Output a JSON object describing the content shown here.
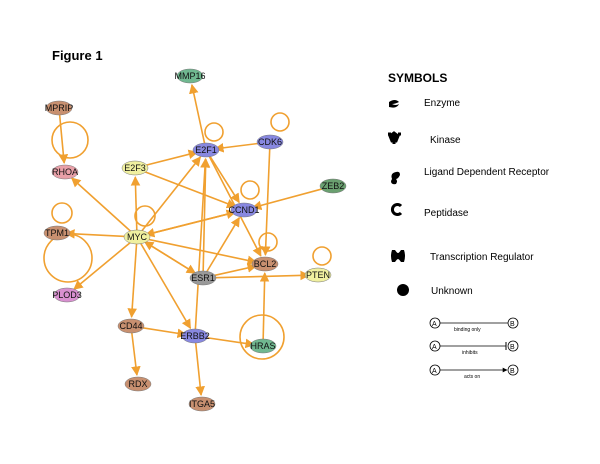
{
  "figure_title": "Figure 1",
  "colors": {
    "edge": "#f0a030",
    "enzyme": "#f0f0a0",
    "kinase": "#8888e0",
    "ldr": "#6aa070",
    "peptidase": "#70b890",
    "transcription": "#e890e0",
    "unknown": "#c89070",
    "grey": "#999999"
  },
  "nodes": [
    {
      "id": "MMP16",
      "label": "MMP16",
      "type": "peptidase"
    },
    {
      "id": "MPRIP",
      "label": "MPRIP",
      "type": "unknown"
    },
    {
      "id": "RHOA",
      "label": "RHOA",
      "type": "enzyme"
    },
    {
      "id": "E2F3",
      "label": "E2F3",
      "type": "transcription"
    },
    {
      "id": "E2F1",
      "label": "E2F1",
      "type": "transcription"
    },
    {
      "id": "CDK6",
      "label": "CDK6",
      "type": "kinase"
    },
    {
      "id": "ZEB2",
      "label": "ZEB2",
      "type": "transcription"
    },
    {
      "id": "CCND1",
      "label": "CCND1",
      "type": "transcription"
    },
    {
      "id": "TPM1",
      "label": "TPM1",
      "type": "unknown"
    },
    {
      "id": "MYC",
      "label": "MYC",
      "type": "transcription"
    },
    {
      "id": "ESR1",
      "label": "ESR1",
      "type": "ligand-dependent-receptor"
    },
    {
      "id": "BCL2",
      "label": "BCL2",
      "type": "unknown"
    },
    {
      "id": "PTEN",
      "label": "PTEN",
      "type": "enzyme"
    },
    {
      "id": "PLOD3",
      "label": "PLOD3",
      "type": "enzyme"
    },
    {
      "id": "CD44",
      "label": "CD44",
      "type": "unknown"
    },
    {
      "id": "ERBB2",
      "label": "ERBB2",
      "type": "kinase"
    },
    {
      "id": "HRAS",
      "label": "HRAS",
      "type": "enzyme"
    },
    {
      "id": "RDX",
      "label": "RDX",
      "type": "unknown"
    },
    {
      "id": "ITGA5",
      "label": "ITGA5",
      "type": "unknown"
    }
  ],
  "edges": [
    {
      "from": "MPRIP",
      "to": "RHOA"
    },
    {
      "from": "E2F1",
      "to": "MMP16"
    },
    {
      "from": "MYC",
      "to": "RHOA"
    },
    {
      "from": "MYC",
      "to": "E2F3"
    },
    {
      "from": "MYC",
      "to": "E2F1"
    },
    {
      "from": "MYC",
      "to": "TPM1"
    },
    {
      "from": "MYC",
      "to": "PLOD3"
    },
    {
      "from": "MYC",
      "to": "CCND1"
    },
    {
      "from": "MYC",
      "to": "BCL2"
    },
    {
      "from": "MYC",
      "to": "CD44"
    },
    {
      "from": "MYC",
      "to": "ERBB2"
    },
    {
      "from": "MYC",
      "to": "ESR1"
    },
    {
      "from": "E2F3",
      "to": "E2F1"
    },
    {
      "from": "E2F3",
      "to": "CCND1"
    },
    {
      "from": "CDK6",
      "to": "E2F1"
    },
    {
      "from": "CDK6",
      "to": "BCL2"
    },
    {
      "from": "E2F1",
      "to": "CCND1"
    },
    {
      "from": "E2F1",
      "to": "BCL2"
    },
    {
      "from": "ZEB2",
      "to": "CCND1"
    },
    {
      "from": "CCND1",
      "to": "MYC"
    },
    {
      "from": "ESR1",
      "to": "E2F1"
    },
    {
      "from": "ESR1",
      "to": "CCND1"
    },
    {
      "from": "ESR1",
      "to": "BCL2"
    },
    {
      "from": "ESR1",
      "to": "PTEN"
    },
    {
      "from": "ESR1",
      "to": "MYC"
    },
    {
      "from": "ERBB2",
      "to": "E2F1"
    },
    {
      "from": "ERBB2",
      "to": "HRAS"
    },
    {
      "from": "ERBB2",
      "to": "ITGA5"
    },
    {
      "from": "CD44",
      "to": "RDX"
    },
    {
      "from": "CD44",
      "to": "ERBB2"
    },
    {
      "from": "HRAS",
      "to": "BCL2"
    }
  ],
  "legend": {
    "title": "SYMBOLS",
    "items": [
      {
        "label": "Enzyme",
        "icon": "enzyme-icon"
      },
      {
        "label": "Kinase",
        "icon": "kinase-icon"
      },
      {
        "label": "Ligand Dependent Receptor",
        "icon": "ligand-dependent-receptor-icon"
      },
      {
        "label": "Peptidase",
        "icon": "peptidase-icon"
      },
      {
        "label": "Transcription Regulator",
        "icon": "transcription-regulator-icon"
      },
      {
        "label": "Unknown",
        "icon": "unknown-icon"
      }
    ],
    "relations": [
      {
        "label": "binding only",
        "from": "A",
        "to": "B",
        "kind": "line"
      },
      {
        "label": "inhibits",
        "from": "A",
        "to": "B",
        "kind": "bar"
      },
      {
        "label": "acts on",
        "from": "A",
        "to": "B",
        "kind": "arrow"
      }
    ]
  }
}
